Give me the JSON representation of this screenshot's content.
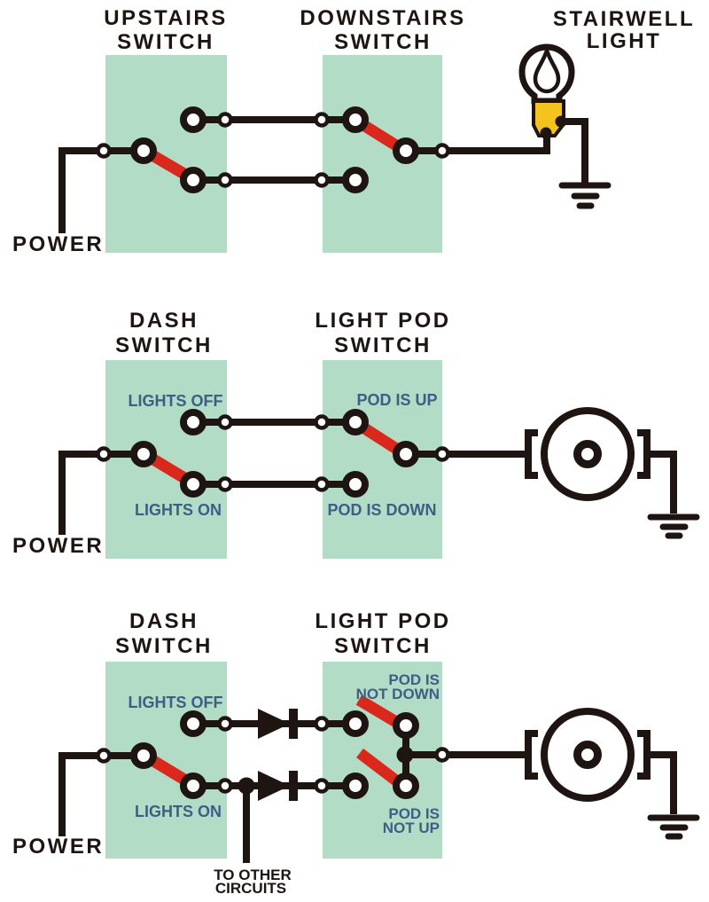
{
  "colors": {
    "background": "#ffffff",
    "ink": "#1e1512",
    "panel_green": "#b2dcc6",
    "lever_red": "#da291c",
    "label_navy": "#3f5e86",
    "bulb_yellow": "#f5c31d"
  },
  "icons": {
    "lamp": "light-bulb-icon",
    "motor": "motor-icon",
    "ground": "ground-icon",
    "diode": "diode-icon",
    "switch_lever": "switch-lever"
  },
  "diagrams": [
    {
      "id": "stairwell-circuit",
      "left_switch_title": [
        "UPSTAIRS",
        "SWITCH"
      ],
      "right_switch_title": [
        "DOWNSTAIRS",
        "SWITCH"
      ],
      "load_title": [
        "STAIRWELL",
        "LIGHT"
      ],
      "power_label": "POWER"
    },
    {
      "id": "light-pod-circuit",
      "left_switch_title": [
        "DASH",
        "SWITCH"
      ],
      "right_switch_title": [
        "LIGHT POD",
        "SWITCH"
      ],
      "left_top_label": "LIGHTS OFF",
      "left_bottom_label": "LIGHTS ON",
      "right_top_label": "POD IS UP",
      "right_bottom_label": "POD IS DOWN",
      "power_label": "POWER"
    },
    {
      "id": "light-pod-diode-circuit",
      "left_switch_title": [
        "DASH",
        "SWITCH"
      ],
      "right_switch_title": [
        "LIGHT POD",
        "SWITCH"
      ],
      "left_top_label": "LIGHTS OFF",
      "left_bottom_label": "LIGHTS ON",
      "right_top_label": [
        "POD IS",
        "NOT DOWN"
      ],
      "right_bottom_label": [
        "POD IS",
        "NOT UP"
      ],
      "branch_label": [
        "TO OTHER",
        "CIRCUITS"
      ],
      "power_label": "POWER"
    }
  ]
}
